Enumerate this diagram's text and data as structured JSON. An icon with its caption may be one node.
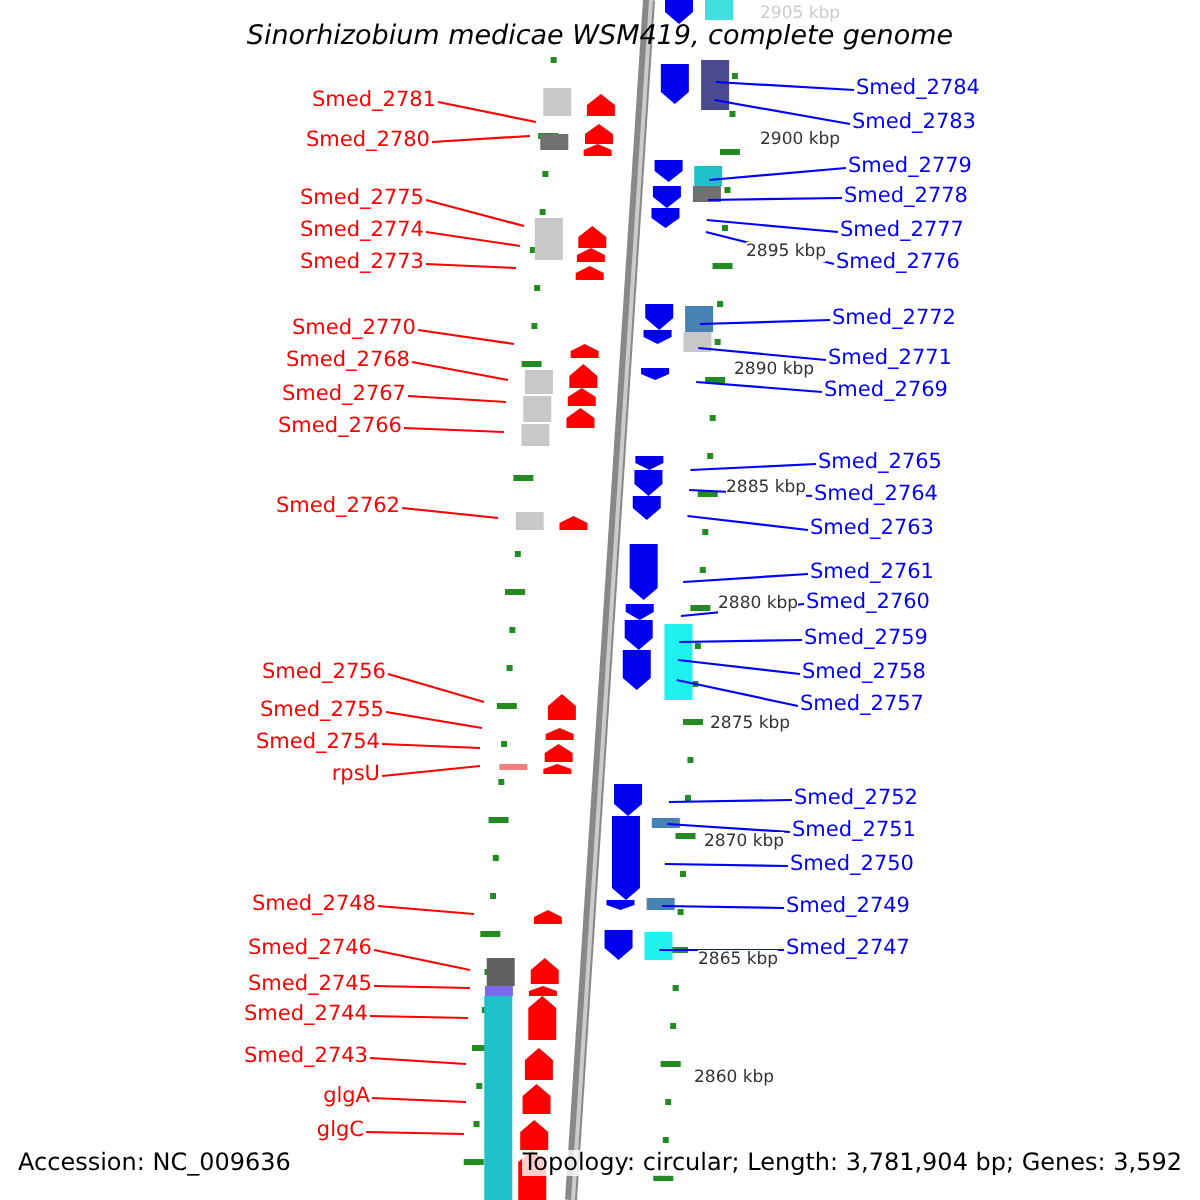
{
  "diagram": {
    "title": "Sinorhizobium medicae WSM419, complete genome",
    "nodes": [
      {
        "text": [
          "Smed_2781"
        ]
      },
      {
        "text": [
          "Smed_2780"
        ]
      },
      {
        "text": [
          "Smed_2775"
        ]
      },
      {
        "text": [
          "Smed_2774"
        ]
      },
      {
        "text": [
          "Smed_2773"
        ]
      },
      {
        "text": [
          "Smed_2770"
        ]
      },
      {
        "text": [
          "Smed_2768"
        ]
      },
      {
        "text": [
          "Smed_2767"
        ]
      },
      {
        "text": [
          "Smed_2766"
        ]
      },
      {
        "text": [
          "Smed_2762"
        ]
      },
      {
        "text": [
          "Smed_2756"
        ]
      },
      {
        "text": [
          "Smed_2755"
        ]
      },
      {
        "text": [
          "Smed_2754"
        ]
      },
      {
        "text": [
          "rpsU"
        ]
      },
      {
        "text": [
          "Smed_2748"
        ]
      },
      {
        "text": [
          "Smed_2746"
        ]
      },
      {
        "text": [
          "Smed_2745"
        ]
      },
      {
        "text": [
          "Smed_2744"
        ]
      },
      {
        "text": [
          "Smed_2743"
        ]
      },
      {
        "text": [
          "glgA"
        ]
      },
      {
        "text": [
          "glgC"
        ]
      },
      {
        "text": [
          "Smed_2784"
        ]
      },
      {
        "text": [
          "Smed_2783"
        ]
      },
      {
        "text": [
          "Smed_2779"
        ]
      },
      {
        "text": [
          "Smed_2778"
        ]
      },
      {
        "text": [
          "Smed_2777"
        ]
      },
      {
        "text": [
          "Smed_2776"
        ]
      },
      {
        "text": [
          "Smed_2772"
        ]
      },
      {
        "text": [
          "Smed_2771"
        ]
      },
      {
        "text": [
          "Smed_2769"
        ]
      },
      {
        "text": [
          "Smed_2765"
        ]
      },
      {
        "text": [
          "Smed_2764"
        ]
      },
      {
        "text": [
          "Smed_2763"
        ]
      },
      {
        "text": [
          "Smed_2761"
        ]
      },
      {
        "text": [
          "Smed_2760"
        ]
      },
      {
        "text": [
          "Smed_2759"
        ]
      },
      {
        "text": [
          "Smed_2758"
        ]
      },
      {
        "text": [
          "Smed_2757"
        ]
      },
      {
        "text": [
          "Smed_2752"
        ]
      },
      {
        "text": [
          "Smed_2751"
        ]
      },
      {
        "text": [
          "Smed_2750"
        ]
      },
      {
        "text": [
          "Smed_2749"
        ]
      },
      {
        "text": [
          "Smed_2747"
        ]
      }
    ],
    "edges": [
      {
        "from": 0,
        "to": null,
        "arrow": "none",
        "color": "#ff0000"
      },
      {
        "from": 1,
        "to": null,
        "arrow": "none",
        "color": "#ff0000"
      },
      {
        "from": 2,
        "to": null,
        "arrow": "none",
        "color": "#ff0000"
      },
      {
        "from": 3,
        "to": null,
        "arrow": "none",
        "color": "#ff0000"
      },
      {
        "from": 4,
        "to": null,
        "arrow": "none",
        "color": "#ff0000"
      },
      {
        "from": 5,
        "to": null,
        "arrow": "none",
        "color": "#ff0000"
      },
      {
        "from": 6,
        "to": null,
        "arrow": "none",
        "color": "#ff0000"
      },
      {
        "from": 7,
        "to": null,
        "arrow": "none",
        "color": "#ff0000"
      },
      {
        "from": 8,
        "to": null,
        "arrow": "none",
        "color": "#ff0000"
      },
      {
        "from": 9,
        "to": null,
        "arrow": "none",
        "color": "#ff0000"
      },
      {
        "from": 10,
        "to": null,
        "arrow": "none",
        "color": "#ff0000"
      },
      {
        "from": 11,
        "to": null,
        "arrow": "none",
        "color": "#ff0000"
      },
      {
        "from": 12,
        "to": null,
        "arrow": "none",
        "color": "#ff0000"
      },
      {
        "from": 13,
        "to": null,
        "arrow": "none",
        "color": "#ff0000"
      },
      {
        "from": 14,
        "to": null,
        "arrow": "none",
        "color": "#ff0000"
      },
      {
        "from": 15,
        "to": null,
        "arrow": "none",
        "color": "#ff0000"
      },
      {
        "from": 16,
        "to": null,
        "arrow": "none",
        "color": "#ff0000"
      },
      {
        "from": 17,
        "to": null,
        "arrow": "none",
        "color": "#ff0000"
      },
      {
        "from": 18,
        "to": null,
        "arrow": "none",
        "color": "#ff0000"
      },
      {
        "from": 19,
        "to": null,
        "arrow": "none",
        "color": "#ff0000"
      },
      {
        "from": 20,
        "to": null,
        "arrow": "none",
        "color": "#ff0000"
      },
      {
        "from": 21,
        "to": null,
        "arrow": "none"
      },
      {
        "from": 22,
        "to": null,
        "arrow": "none"
      },
      {
        "from": 23,
        "to": null,
        "arrow": "none"
      },
      {
        "from": 24,
        "to": null,
        "arrow": "none"
      },
      {
        "from": 25,
        "to": null,
        "arrow": "none"
      },
      {
        "from": 26,
        "to": null,
        "arrow": "none"
      },
      {
        "from": 27,
        "to": null,
        "arrow": "none"
      },
      {
        "from": 28,
        "to": null,
        "arrow": "none"
      },
      {
        "from": 29,
        "to": null,
        "arrow": "none"
      },
      {
        "from": 30,
        "to": null,
        "arrow": "none"
      },
      {
        "from": 31,
        "to": null,
        "arrow": "none"
      },
      {
        "from": 32,
        "to": null,
        "arrow": "none"
      },
      {
        "from": 33,
        "to": null,
        "arrow": "none"
      },
      {
        "from": 34,
        "to": null,
        "arrow": "none"
      },
      {
        "from": 35,
        "to": null,
        "arrow": "none"
      },
      {
        "from": 36,
        "to": null,
        "arrow": "none"
      },
      {
        "from": 37,
        "to": null,
        "arrow": "none"
      },
      {
        "from": 38,
        "to": null,
        "arrow": "none"
      },
      {
        "from": 39,
        "to": null,
        "arrow": "none"
      },
      {
        "from": 40,
        "to": null,
        "arrow": "none"
      },
      {
        "from": 41,
        "to": null,
        "arrow": "none"
      },
      {
        "from": 42,
        "to": null,
        "arrow": "none"
      }
    ],
    "labels": [
      "2905 kbp",
      "2900 kbp",
      "2895 kbp",
      "2890 kbp",
      "2885 kbp",
      "2880 kbp",
      "2875 kbp",
      "2870 kbp",
      "2865 kbp",
      "2860 kbp",
      "Accession: NC_009636",
      "Topology: circular; Length: 3,781,904 bp; Genes: 3,592"
    ]
  }
}
